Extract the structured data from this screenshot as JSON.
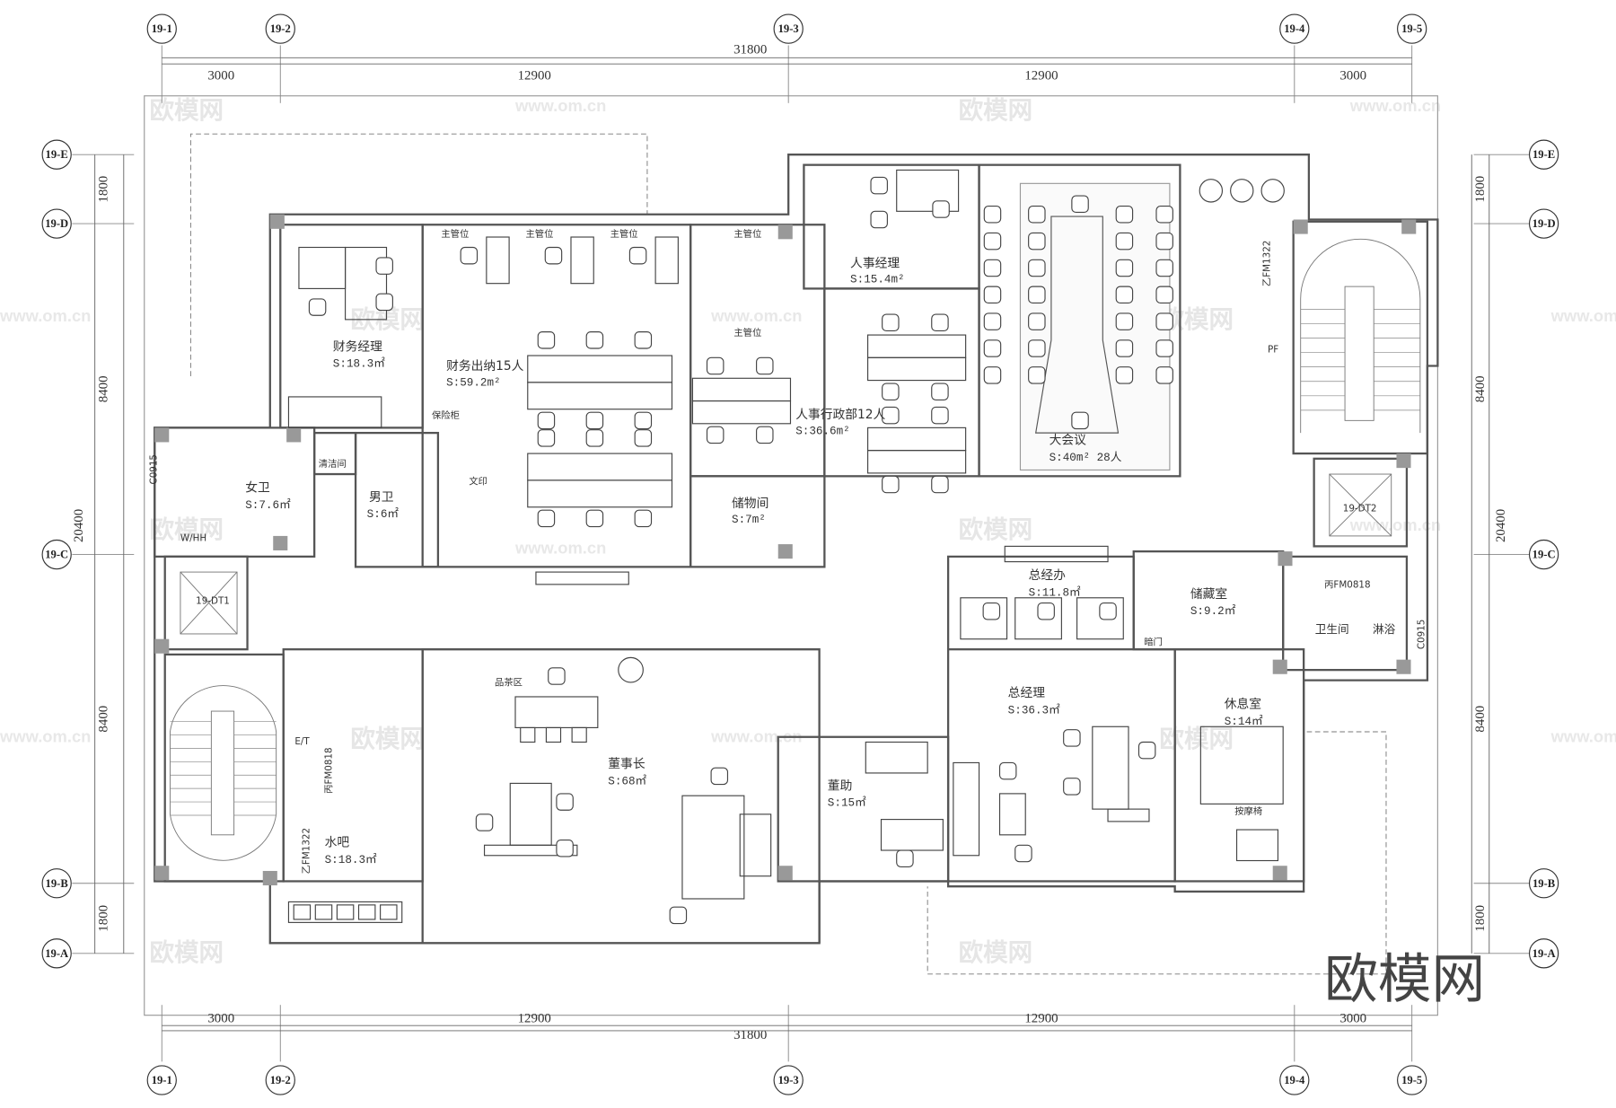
{
  "grid": {
    "columns": [
      "19-1",
      "19-2",
      "19-3",
      "19-4",
      "19-5"
    ],
    "rows": [
      "19-E",
      "19-D",
      "19-C",
      "19-B",
      "19-A"
    ]
  },
  "dimensions": {
    "horizontal_segments": [
      "3000",
      "12900",
      "12900",
      "3000"
    ],
    "horizontal_total": "31800",
    "vertical_segments": [
      "1800",
      "8400",
      "8400",
      "1800"
    ],
    "vertical_total": "20400"
  },
  "rooms": [
    {
      "name": "财务经理",
      "area": "S:18.3㎡"
    },
    {
      "name": "财务出纳15人",
      "area": "S:59.2m²"
    },
    {
      "name": "人事经理",
      "area": "S:15.4m²"
    },
    {
      "name": "人事行政部12人",
      "area": "S:36.6m²"
    },
    {
      "name": "大会议",
      "area": "S:40m² 28人"
    },
    {
      "name": "女卫",
      "area": "S:7.6㎡"
    },
    {
      "name": "男卫",
      "area": "S:6㎡"
    },
    {
      "name": "储物间",
      "area": "S:7m²"
    },
    {
      "name": "总经办",
      "area": "S:11.8㎡"
    },
    {
      "name": "储藏室",
      "area": "S:9.2㎡"
    },
    {
      "name": "总经理",
      "area": "S:36.3㎡"
    },
    {
      "name": "休息室",
      "area": "S:14㎡"
    },
    {
      "name": "董事长",
      "area": "S:68㎡"
    },
    {
      "name": "董助",
      "area": "S:15㎡"
    },
    {
      "name": "水吧",
      "area": "S:18.3㎡"
    }
  ],
  "labels": {
    "supervisor": "主管位",
    "safe": "保险柜",
    "print": "文印",
    "cleaning": "清洁间",
    "tea_area": "品茶区",
    "massage_chair": "按摩椅",
    "hidden_door": "暗门",
    "bathroom": "卫生间",
    "shower": "淋浴",
    "elevator_1": "19-DT1",
    "elevator_2": "19-DT2",
    "et": "E/T",
    "pf": "PF",
    "wh": "W/HH",
    "door_c0915": "C0915",
    "door_fm0818": "丙FM0818",
    "door_fm1322": "乙FM1322"
  },
  "watermark": {
    "brand": "欧模网",
    "url": "www.om.cn"
  },
  "logo": "欧模网"
}
